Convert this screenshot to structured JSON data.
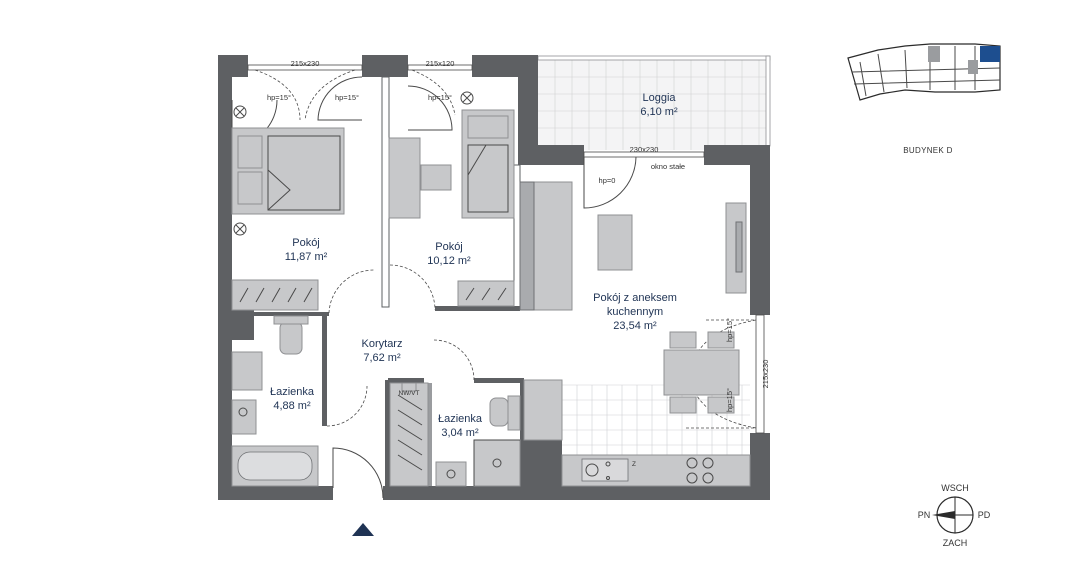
{
  "building": "BUDYNEK D",
  "rooms": {
    "bedroom1": {
      "name": "Pokój",
      "area": "11,87 m²"
    },
    "bedroom2": {
      "name": "Pokój",
      "area": "10,12 m²"
    },
    "loggia": {
      "name": "Loggia",
      "area": "6,10 m²"
    },
    "living": {
      "line1": "Pokój z aneksem",
      "line2": "kuchennym",
      "area": "23,54 m²"
    },
    "corridor": {
      "name": "Korytarz",
      "area": "7,62 m²"
    },
    "bathroom1": {
      "name": "Łazienka",
      "area": "4,88 m²"
    },
    "bathroom2": {
      "name": "Łazienka",
      "area": "3,04 m²"
    }
  },
  "annotations": {
    "win1_size": "215x230",
    "win2_size": "215x120",
    "win3_size": "230x230",
    "win4_size": "215x230",
    "hp1": "hp=15°",
    "hp2": "hp=15°",
    "hp3": "hp=15°",
    "hp4": "hp=0",
    "hp5": "hp=15°",
    "hp6": "hp=15°",
    "fixed_window": "okno stałe",
    "vent": "NW/VT",
    "stove_mark": "Z"
  },
  "compass": {
    "north_top": "WSCH",
    "west": "PN",
    "east": "PD",
    "south": "ZACH"
  },
  "colors": {
    "wall": "#5e6063",
    "label": "#1f3354",
    "highlight": "#1d4e8f",
    "entrance_marker": "#1f3354"
  }
}
